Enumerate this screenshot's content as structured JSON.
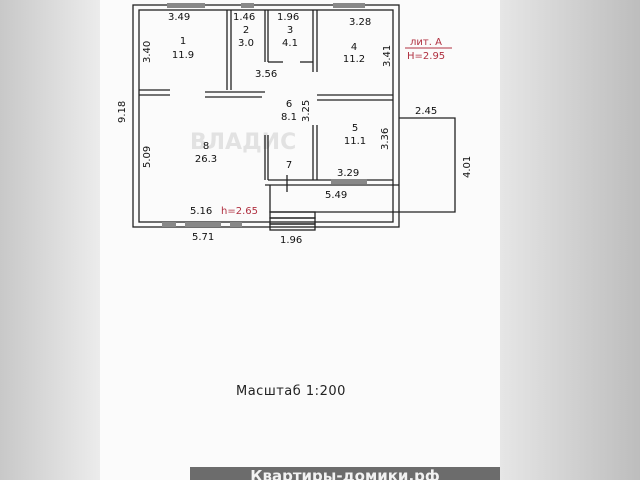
{
  "plan": {
    "label_lit": "лит. А",
    "height_main": "H=2.95",
    "height_room8": "h=2.65",
    "rooms": [
      {
        "num": "1",
        "area": "11.9"
      },
      {
        "num": "2",
        "area": "3.0"
      },
      {
        "num": "3",
        "area": "4.1"
      },
      {
        "num": "4",
        "area": "11.2"
      },
      {
        "num": "5",
        "area": "11.1"
      },
      {
        "num": "6",
        "area": "8.1"
      },
      {
        "num": "7"
      },
      {
        "num": "8",
        "area": "26.3"
      }
    ],
    "dimensions": {
      "room1_width": "3.49",
      "room1_height": "3.40",
      "room2_width": "1.46",
      "room3_width": "1.96",
      "room4_width": "3.28",
      "room4_height": "3.41",
      "hall_width": "3.56",
      "hall_height": "3.25",
      "room5_height": "3.36",
      "room5_width": "3.29",
      "total_height": "9.18",
      "room8_height": "5.09",
      "room8_width": "5.16",
      "outer_bottom": "5.71",
      "porch_width": "1.96",
      "lower_right": "5.49",
      "ext_width": "2.45",
      "ext_height": "4.01"
    },
    "watermark": "ВЛАДИС",
    "scale": "Масштаб 1:200"
  },
  "footer": {
    "banner": "Квартиры-домики.рф"
  }
}
